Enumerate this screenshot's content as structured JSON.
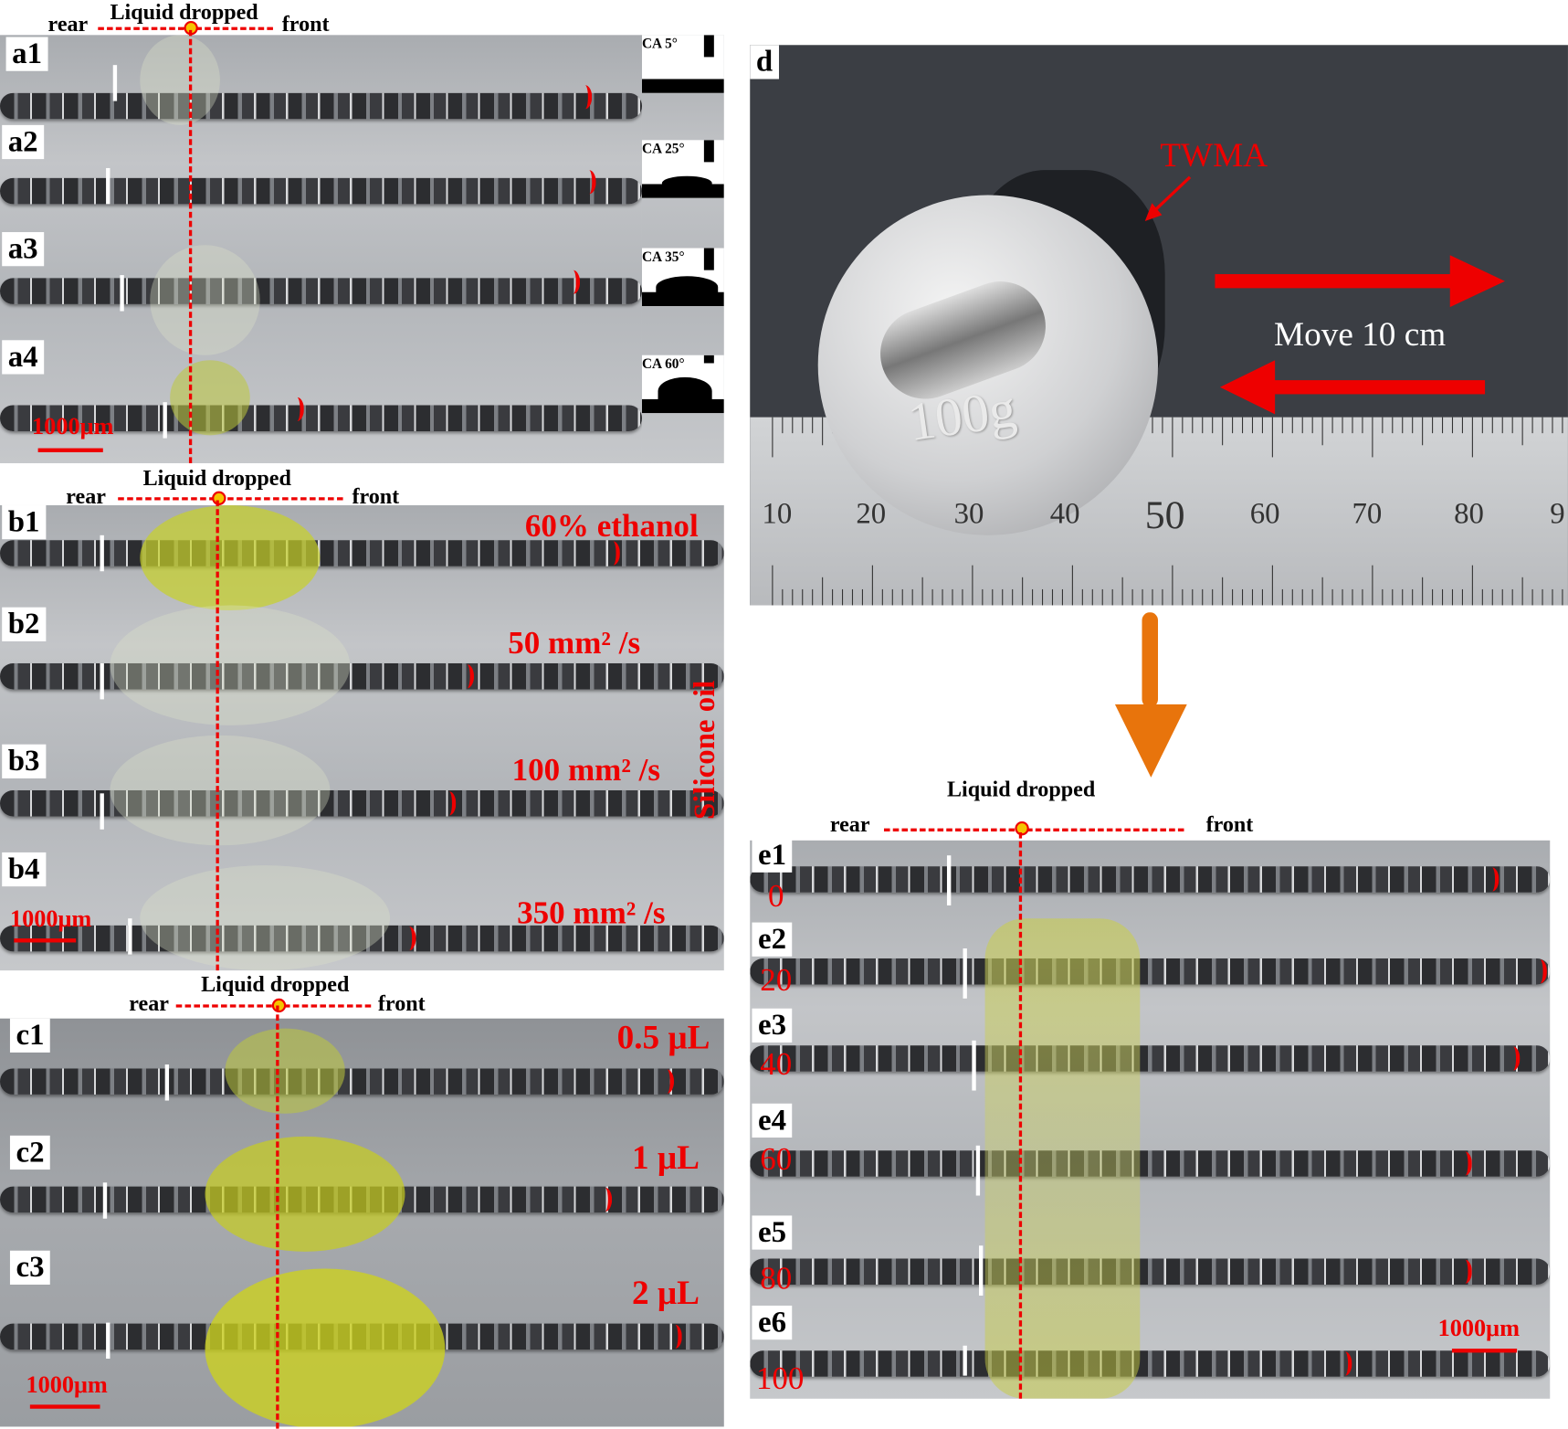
{
  "panel_a": {
    "title": "Liquid dropped",
    "rear": "rear",
    "front": "front",
    "rows": [
      {
        "label": "a1",
        "ca": "CA 5°"
      },
      {
        "label": "a2",
        "ca": "CA 25°"
      },
      {
        "label": "a3",
        "ca": "CA 35°"
      },
      {
        "label": "a4",
        "ca": "CA 60°"
      }
    ],
    "scale": "1000μm"
  },
  "panel_b": {
    "title": "Liquid dropped",
    "rear": "rear",
    "front": "front",
    "rows": [
      {
        "label": "b1",
        "note": "60% ethanol"
      },
      {
        "label": "b2",
        "note": "50 mm² /s"
      },
      {
        "label": "b3",
        "note": "100 mm² /s"
      },
      {
        "label": "b4",
        "note": "350 mm² /s"
      }
    ],
    "side_label": "Silicone oil",
    "scale": "1000μm"
  },
  "panel_c": {
    "title": "Liquid dropped",
    "rear": "rear",
    "front": "front",
    "rows": [
      {
        "label": "c1",
        "note": "0.5 μL"
      },
      {
        "label": "c2",
        "note": "1 μL"
      },
      {
        "label": "c3",
        "note": "2 μL"
      }
    ],
    "scale": "1000μm"
  },
  "panel_d": {
    "label": "d",
    "twma": "TWMA",
    "move": "Move 10 cm",
    "weight": "100g",
    "ruler": [
      "10",
      "20",
      "30",
      "40",
      "50",
      "60",
      "70",
      "80",
      "9"
    ]
  },
  "panel_e": {
    "title": "Liquid dropped",
    "rear": "rear",
    "front": "front",
    "rows": [
      {
        "label": "e1",
        "value": "0"
      },
      {
        "label": "e2",
        "value": "20"
      },
      {
        "label": "e3",
        "value": "40"
      },
      {
        "label": "e4",
        "value": "60"
      },
      {
        "label": "e5",
        "value": "80"
      },
      {
        "label": "e6",
        "value": "100"
      }
    ],
    "scale": "1000μm"
  },
  "colors": {
    "accent": "#e00000",
    "arrow": "#e8740c"
  }
}
